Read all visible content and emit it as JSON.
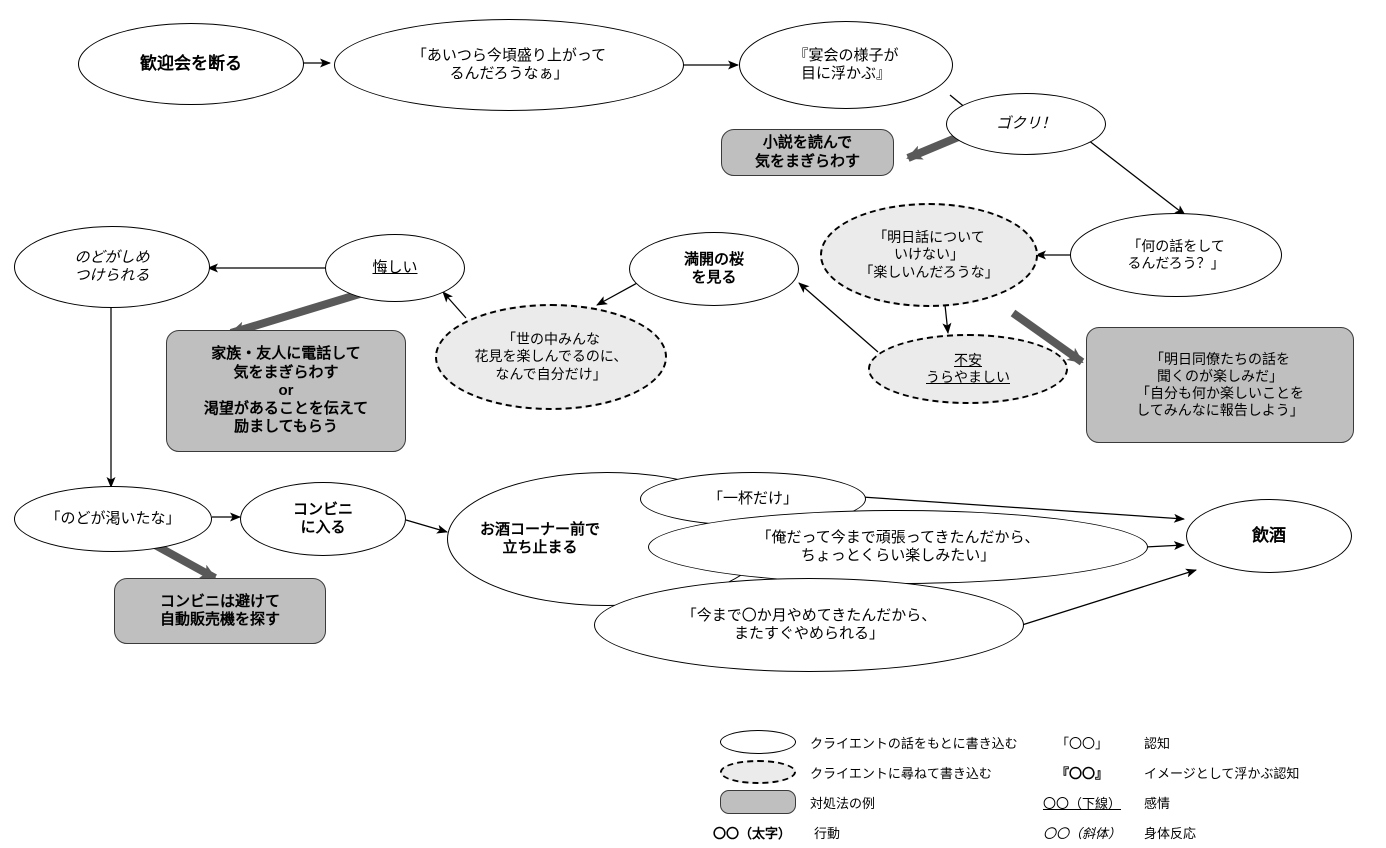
{
  "diagram": {
    "title": "認知行動療法 飲酒欲求の連鎖図",
    "colors": {
      "ellipse_solid_fill": "#ffffff",
      "ellipse_dashed_fill": "#ebebeb",
      "coping_box_fill": "#bfbfbf",
      "line": "#000000",
      "thick_arrow": "#595959"
    },
    "nodes": {
      "n_refuse_party": "歓迎会を断る",
      "n_they_are_excited": "「あいつら今頃盛り上がって\nるんだろうなぁ」",
      "n_image_party": "『宴会の様子が\n目に浮かぶ』",
      "n_gokuri": "ゴクリ！",
      "n_read_novel": "小説を読んで\n気をまぎらわす",
      "n_cant_follow_talk": "「明日話について\nいけない」\n「楽しいんだろうな」",
      "n_what_talking": "「何の話をして\nるんだろう？」",
      "n_anxiety": "不安",
      "n_envious": "うらやましい",
      "n_tomorrow_colleagues": "「明日同僚たちの話を\n聞くのが楽しみだ」\n「自分も何か楽しいことを\nしてみんなに報告しよう」",
      "n_see_cherry": "満開の桜\nを見る",
      "n_everyone_hanami": "「世の中みんな\n花見を楽しんでるのに、\nなんで自分だけ」",
      "n_regret": "悔しい",
      "n_throat_tight": "のどがしめ\nつけられる",
      "n_call_family": "家族・友人に電話して\n気をまぎらわす\nor\n渇望があることを伝えて\n励ましてもらう",
      "n_thirsty": "「のどが渇いたな」",
      "n_enter_store": "コンビニ\nに入る",
      "n_avoid_store": "コンビニは避けて\n自動販売機を探す",
      "n_stop_at_liquor": "お酒コーナー前で\n立ち止まる",
      "n_one_glass": "「一杯だけ」",
      "n_i_worked_hard": "「俺だって今まで頑張ってきたんだから、\nちょっとくらい楽しみたい」",
      "n_quit_months": "「今まで〇か月やめてきたんだから、\nまたすぐやめられる」",
      "n_drinking": "飲酒"
    }
  },
  "legend": {
    "left": [
      {
        "swatch": "ellipse-solid",
        "label": "クライエントの話をもとに書き込む"
      },
      {
        "swatch": "ellipse-dashed",
        "label": "クライエントに尋ねて書き込む"
      },
      {
        "swatch": "box-gray",
        "label": "対処法の例"
      },
      {
        "symbol": "〇〇（太字）",
        "label": "行動"
      }
    ],
    "right": [
      {
        "symbol": "「〇〇」",
        "label": "認知"
      },
      {
        "symbol": "『〇〇』",
        "label": "イメージとして浮かぶ認知"
      },
      {
        "symbol": "〇〇（下線）",
        "label": "感情"
      },
      {
        "symbol": "〇〇（斜体）",
        "label": "身体反応"
      }
    ]
  }
}
